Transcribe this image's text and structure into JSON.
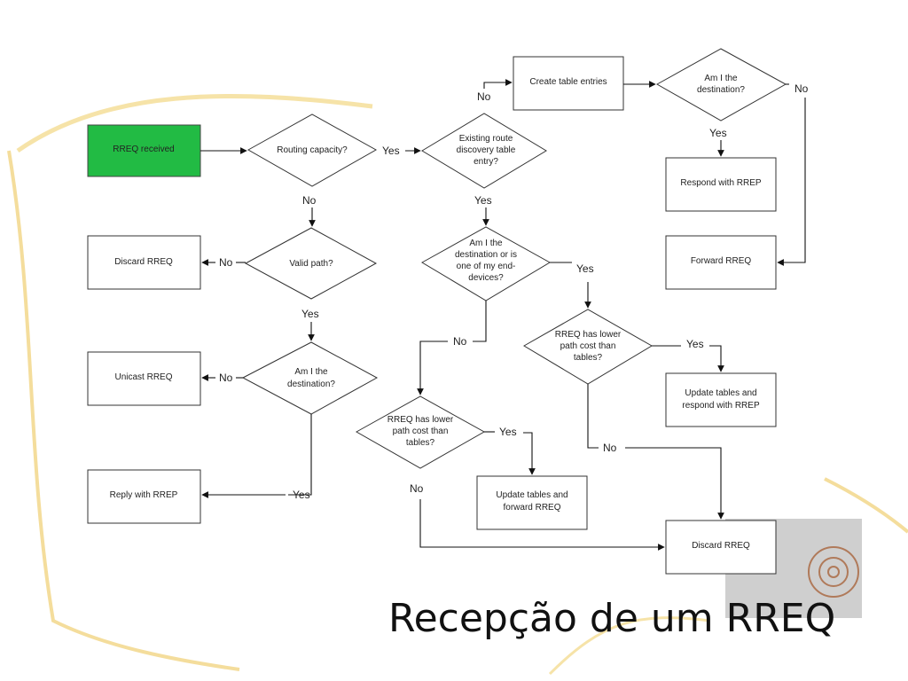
{
  "slide": {
    "title": "Recepção de um RREQ"
  },
  "nodes": {
    "rreq_received": "RREQ received",
    "routing_capacity": "Routing capacity?",
    "existing_route": [
      "Existing route",
      "discovery table",
      "entry?"
    ],
    "create_table_entries": "Create table entries",
    "am_i_dest_top": [
      "Am I the",
      "destination?"
    ],
    "respond_rrep": "Respond with RREP",
    "forward_rreq": "Forward RREQ",
    "discard_rreq_left": "Discard RREQ",
    "valid_path": "Valid path?",
    "am_i_dest_or_end": [
      "Am I the",
      "destination or is",
      "one of my end-",
      "devices?"
    ],
    "rreq_lower_right": [
      "RREQ has lower",
      "path cost than",
      "tables?"
    ],
    "update_respond": [
      "Update tables and",
      "respond with RREP"
    ],
    "unicast_rreq": "Unicast RREQ",
    "am_i_dest_left": [
      "Am I the",
      "destination?"
    ],
    "rreq_lower_mid": [
      "RREQ has lower",
      "path cost than",
      "tables?"
    ],
    "update_forward": [
      "Update tables and",
      "forward RREQ"
    ],
    "reply_rrep": "Reply with RREP",
    "discard_rreq_bottom": "Discard RREQ"
  },
  "edge_labels": {
    "yes": "Yes",
    "no": "No"
  },
  "colors": {
    "start_fill": "#22bb44",
    "line": "#111111",
    "slide_accent": "#f2d98a"
  }
}
